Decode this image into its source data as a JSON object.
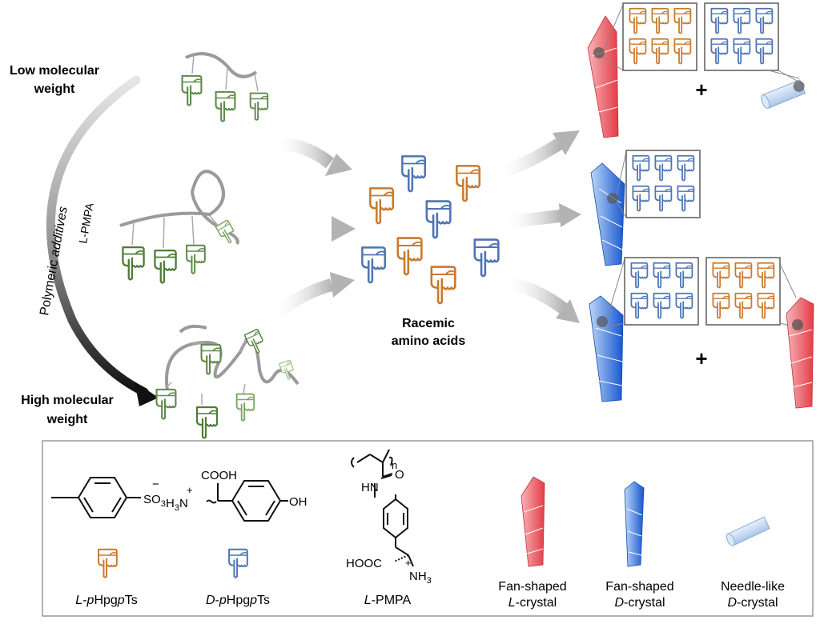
{
  "mw_gradient": {
    "low_label_line1": "Low molecular",
    "low_label_line2": "weight",
    "high_label_line1": "High molecular",
    "high_label_line2": "weight",
    "arc_label_part1": "Polymeric ",
    "arc_label_part2": "additives",
    "arc_sublabel": "L-PMPA"
  },
  "center": {
    "label_line1": "Racemic",
    "label_line2": "amino acids"
  },
  "plus_symbol": "+",
  "legend": {
    "sulfonate": {
      "charge": "−",
      "group": "SO",
      "sub": "3"
    },
    "amino_acid": {
      "charge": "+",
      "amine": "H",
      "amine_sub": "3",
      "amine_n": "N",
      "acid": "COOH",
      "hydroxy": "OH"
    },
    "polymer": {
      "repeat": "n",
      "amide_o": "O",
      "amide_nh": "HN",
      "acid": "HOOC",
      "amine_plus": "+",
      "amine": "NH",
      "amine_sub": "3"
    },
    "items": [
      {
        "prefix": "L",
        "text": "-",
        "p1": "p",
        "mid": "Hpg",
        "p2": "p",
        "tail": "Ts",
        "color": "#c97a2c"
      },
      {
        "prefix": "D",
        "text": "-",
        "p1": "p",
        "mid": "Hpg",
        "p2": "p",
        "tail": "Ts",
        "color": "#4e74b3"
      },
      {
        "prefix": "L",
        "text": "-PMPA"
      },
      {
        "line1": "Fan-shaped",
        "prefix": "L",
        "line2": "-crystal"
      },
      {
        "line1": "Fan-shaped",
        "prefix": "D",
        "line2": "-crystal"
      },
      {
        "line1": "Needle-like",
        "prefix": "D",
        "line2": "-crystal"
      }
    ]
  },
  "colors": {
    "green_hand": "#5f8a4a",
    "orange_hand": "#c97a2c",
    "blue_hand": "#4e74b3",
    "red_crystal": "#e8474f",
    "blue_crystal": "#1f5fd6"
  }
}
